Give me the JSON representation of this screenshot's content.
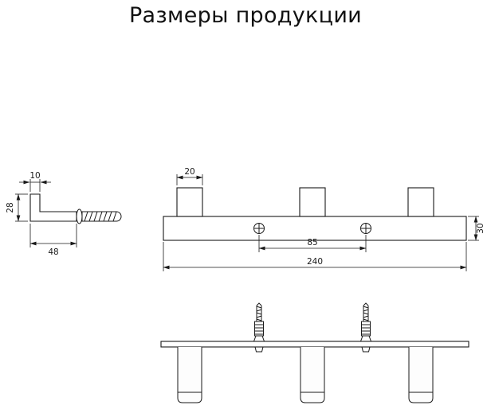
{
  "title": "Размеры продукции",
  "colors": {
    "ink": "#1a1a1a",
    "background": "#ffffff"
  },
  "side_view": {
    "dim_top_width": "10",
    "dim_height": "28",
    "dim_depth": "48"
  },
  "front_view": {
    "dim_hook_width": "20",
    "dim_hole_spacing": "85",
    "dim_total_length": "240",
    "dim_bar_height": "30"
  }
}
